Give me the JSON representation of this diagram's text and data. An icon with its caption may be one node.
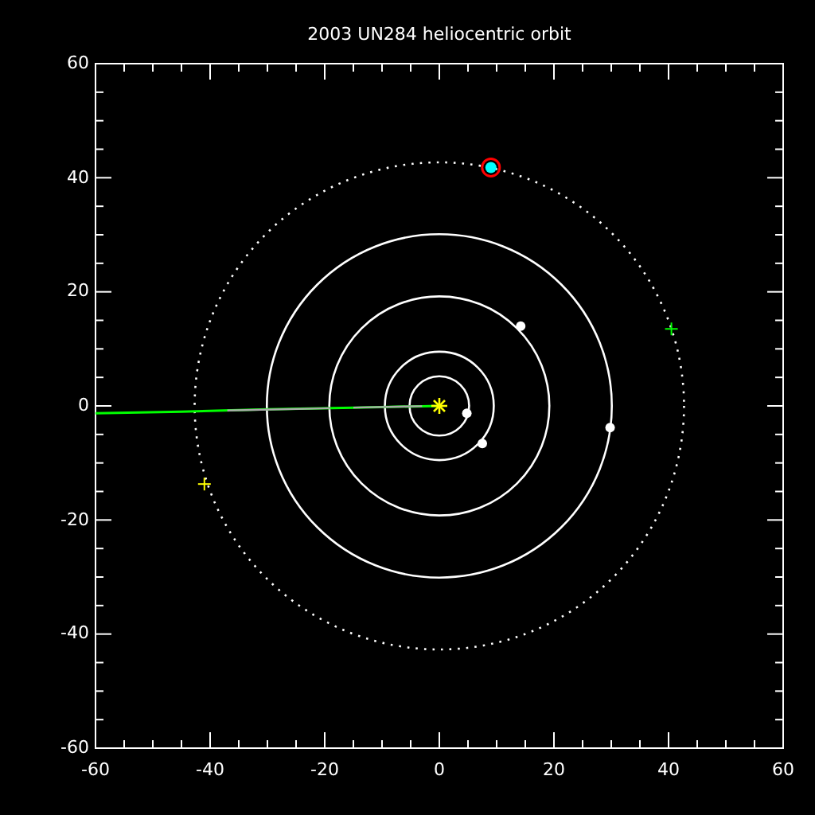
{
  "diagram": {
    "title": "2003 UN284 heliocentric orbit",
    "labels": [
      "60",
      "40",
      "20",
      "0",
      "-20",
      "-40",
      "-60",
      "-60",
      "-40",
      "-20",
      "0",
      "20",
      "40",
      "60"
    ]
  }
}
